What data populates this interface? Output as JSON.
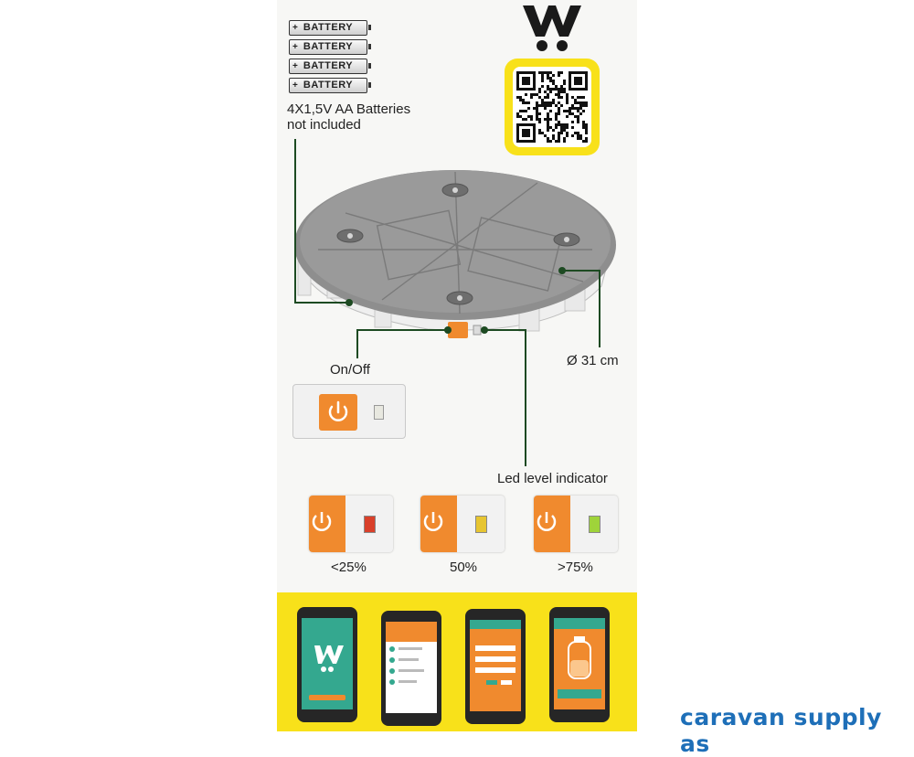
{
  "batteries": {
    "badge": "BATTERY",
    "count": 4,
    "line1": "4X1,5V AA Batteries",
    "line2": "not included"
  },
  "logo": {
    "letter": "W"
  },
  "callouts": {
    "on_off": "On/Off",
    "diameter": "Ø 31 cm",
    "led": "Led level indicator"
  },
  "levels": [
    {
      "label": "<25%",
      "color": "#d9402a"
    },
    {
      "label": "50%",
      "color": "#e7c531"
    },
    {
      "label": ">75%",
      "color": "#9fd33a"
    }
  ],
  "colors": {
    "accent_orange": "#f08a2e",
    "callout_green": "#1d4a22",
    "app_yellow": "#f8e11a",
    "footer_blue": "#1e6fb8"
  },
  "footer": {
    "brand": "caravan supply as"
  }
}
